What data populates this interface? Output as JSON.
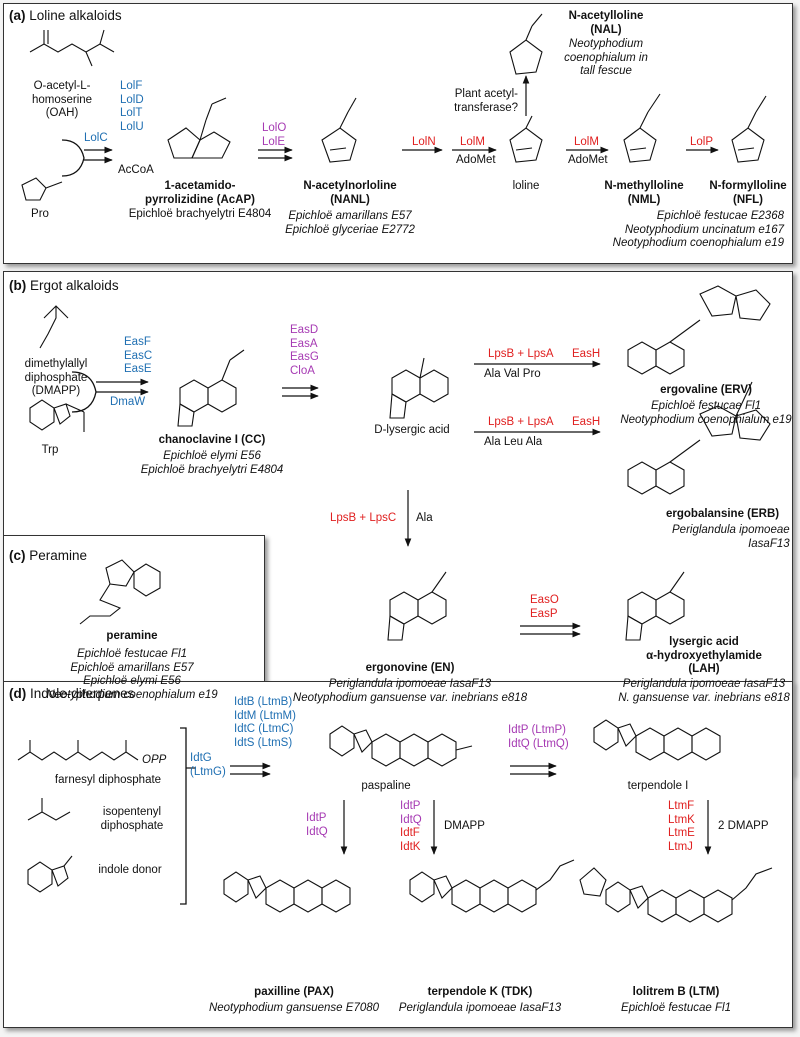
{
  "panels": {
    "a": {
      "letter": "(a)",
      "title": "Loline alkaloids"
    },
    "b": {
      "letter": "(b)",
      "title": "Ergot alkaloids"
    },
    "c": {
      "letter": "(c)",
      "title": "Peramine"
    },
    "d": {
      "letter": "(d)",
      "title": "Indole-diterpenes"
    }
  },
  "loline": {
    "oah": [
      "O-acetyl-L-",
      "homoserine",
      "(OAH)"
    ],
    "pro": "Pro",
    "lolC": "LolC",
    "enzymes1": [
      "LolF",
      "LolD",
      "LolT",
      "LolU"
    ],
    "acoa": "AcCoA",
    "acap_name": [
      "1-acetamido-",
      "pyrrolizidine (AcAP)"
    ],
    "acap_org": "Epichloë brachyelytri E4804",
    "enzymes2": [
      "LolO",
      "LolE"
    ],
    "nanl_name": [
      "N-acetylnorloline",
      "(NANL)"
    ],
    "nanl_org": [
      "Epichloë amarillans E57",
      "Epichloë glyceriae E2772"
    ],
    "lolN": "LolN",
    "lolM1": "LolM",
    "adomet1": "AdoMet",
    "loline_name": "loline",
    "plant_enz": [
      "Plant acetyl-",
      "transferase?"
    ],
    "nal_name": [
      "N-acetylloline",
      "(NAL)"
    ],
    "nal_org": [
      "Neotyphodium",
      "coenophialum in",
      "tall fescue"
    ],
    "lolM2": "LolM",
    "adomet2": "AdoMet",
    "nml_name": [
      "N-methylloline",
      "(NML)"
    ],
    "lolP": "LolP",
    "nfl_name": [
      "N-formylloline",
      "(NFL)"
    ],
    "orgs_right": [
      "Epichloë festucae E2368",
      "Neotyphodium uncinatum e167",
      "Neotyphodium coenophialum e19"
    ]
  },
  "ergot": {
    "dmapp": [
      "dimethylallyl",
      "diphosphate",
      "(DMAPP)"
    ],
    "trp": "Trp",
    "dmaw": "DmaW",
    "enz1": [
      "EasF",
      "EasC",
      "EasE"
    ],
    "cc_name": "chanoclavine I (CC)",
    "cc_org": [
      "Epichloë elymi E56",
      "Epichloë brachyelytri E4804"
    ],
    "enz2": [
      "EasD",
      "EasA",
      "EasG",
      "CloA"
    ],
    "lys_name": "D-lysergic acid",
    "lps1": "LpsB + LpsA",
    "aa1": "Ala  Val  Pro",
    "easH1": "EasH",
    "erv_name": "ergovaline (ERV)",
    "erv_org": [
      "Epichloë festucae Fl1",
      "Neotyphodium coenophialum e19"
    ],
    "lps2": "LpsB + LpsA",
    "aa2": "Ala  Leu  Ala",
    "easH2": "EasH",
    "erb_name": "ergobalansine (ERB)",
    "erb_org": [
      "Periglandula ipomoeae",
      "IasaF13"
    ],
    "lpsC": "LpsB + LpsC",
    "ala": "Ala",
    "en_name": "ergonovine (EN)",
    "en_org": [
      "Periglandula ipomoeae IasaF13",
      "Neotyphodium gansuense var. inebrians e818"
    ],
    "enz3": [
      "EasO",
      "EasP"
    ],
    "lah_name": [
      "lysergic acid",
      "α-hydroxyethylamide",
      "(LAH)"
    ],
    "lah_org": [
      "Periglandula ipomoeae IasaF13",
      "N. gansuense var. inebrians e818"
    ]
  },
  "peramine": {
    "name": "peramine",
    "orgs": [
      "Epichloë festucae Fl1",
      "Epichloë amarillans E57",
      "Epichloë elymi E56",
      "Neotyphodium coenophialum e19"
    ]
  },
  "indole": {
    "fpp": "farnesyl diphosphate",
    "ipp": [
      "isopentenyl",
      "diphosphate"
    ],
    "indole": "indole donor",
    "opp": "OPP",
    "idtG": [
      "IdtG",
      "(LtmG)"
    ],
    "enz1": [
      "IdtB (LtmB)",
      "IdtM (LtmM)",
      "IdtC (LtmC)",
      "IdtS (LtmS)"
    ],
    "paspaline": "paspaline",
    "enz2": [
      "IdtP  (LtmP)",
      "IdtQ  (LtmQ)"
    ],
    "terpI": "terpendole I",
    "enz_pax": [
      "IdtP",
      "IdtQ"
    ],
    "enz_tdk_purple": [
      "IdtP",
      "IdtQ"
    ],
    "enz_tdk_red": [
      "IdtF",
      "IdtK"
    ],
    "dmapp1": "DMAPP",
    "enz_ltm": [
      "LtmF",
      "LtmK",
      "LtmE",
      "LtmJ"
    ],
    "dmapp2": "2 DMAPP",
    "pax_name": "paxilline (PAX)",
    "pax_org": "Neotyphodium gansuense E7080",
    "tdk_name": "terpendole K (TDK)",
    "tdk_org": "Periglandula ipomoeae IasaF13",
    "ltm_name": "lolitrem B (LTM)",
    "ltm_org": "Epichloë festucae Fl1"
  }
}
